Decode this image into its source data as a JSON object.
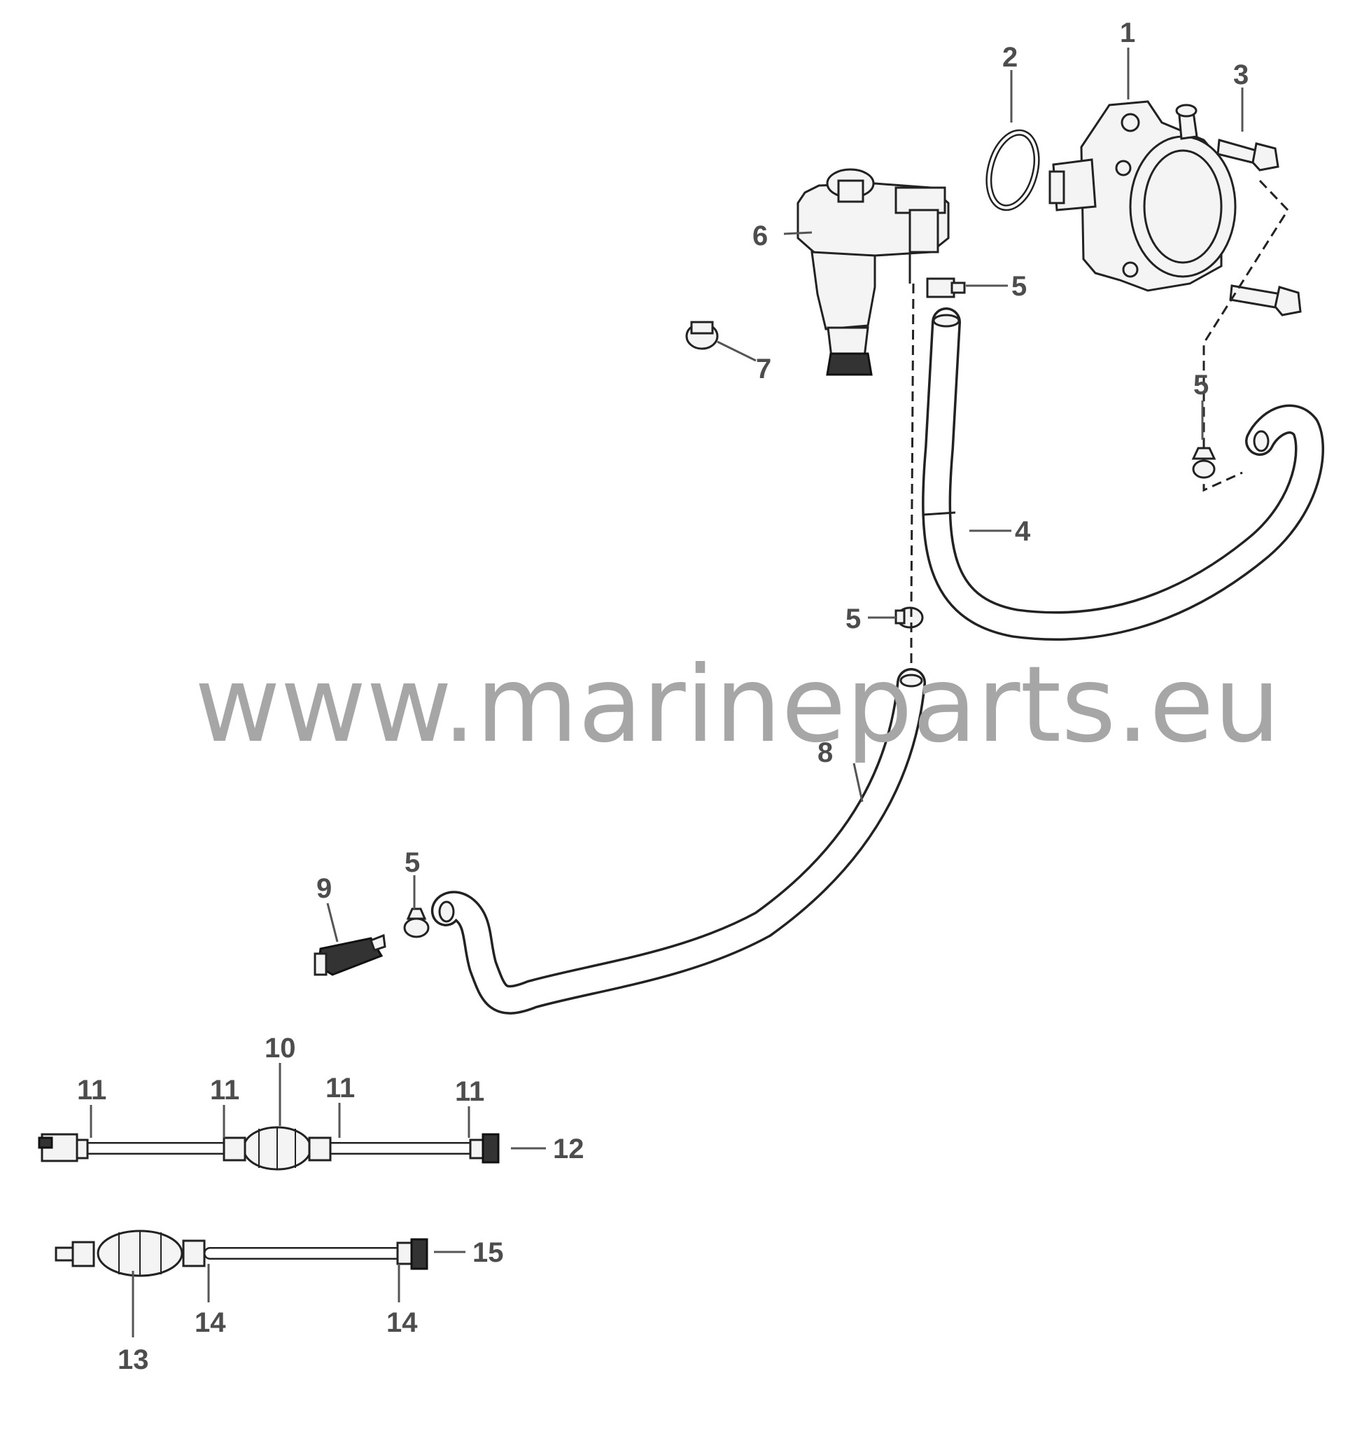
{
  "watermark": "www.marineparts.eu",
  "callouts": {
    "c1": "1",
    "c2": "2",
    "c3": "3",
    "c4": "4",
    "c5a": "5",
    "c5b": "5",
    "c5c": "5",
    "c5d": "5",
    "c6": "6",
    "c7": "7",
    "c8": "8",
    "c9": "9",
    "c10": "10",
    "c11a": "11",
    "c11b": "11",
    "c11c": "11",
    "c11d": "11",
    "c12": "12",
    "c13": "13",
    "c14a": "14",
    "c14b": "14",
    "c15": "15"
  }
}
